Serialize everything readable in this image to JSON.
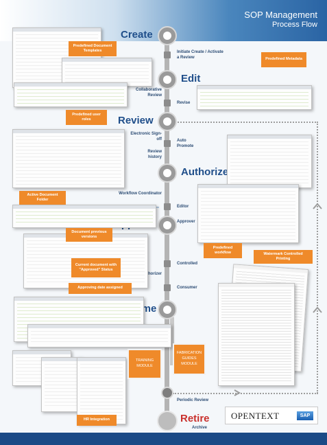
{
  "header": {
    "title": "SOP Management",
    "subtitle": "Process Flow"
  },
  "stages": {
    "create": "Create",
    "edit": "Edit",
    "review": "Review",
    "authorize": "Authorize",
    "approve": "Approve",
    "consume": "Consume",
    "retire": "Retire"
  },
  "right_labels": {
    "initiate": "Initiate Create / Activate a Review",
    "revise": "Revise",
    "auto_promote": "Auto Promote",
    "editor": "Editor",
    "approver": "Approver",
    "controlled": "Controlled",
    "consumer": "Consumer",
    "periodic_review": "Periodic Review",
    "archive": "Archive"
  },
  "left_labels": {
    "collaborative_review": "Collaborative Review",
    "electronic_signoff": "Electronic Sign-off",
    "review_history": "Review history",
    "workflow_coordinator": "Workflow Coordinator",
    "authorizer": "Authorizer"
  },
  "callouts": {
    "predefined_templates": "Predefined Document Templates",
    "predefined_metadata": "Predefined Metadata",
    "predefined_user_roles": "Predefined user roles",
    "active_document_folder": "Active Document Folder",
    "document_previous_versions": "Document previous versions",
    "current_document_status": "Current document with \"Approved\" Status",
    "approving_date": "Approving date assigned",
    "predefined_workflow": "Predefined workflow",
    "watermark": "Watermark Controlled Printing",
    "hr_integration": "HR Integration"
  },
  "modules": {
    "fabrication": "FABRICATION GUIDES MODULE",
    "training": "TRAINING MODULE"
  },
  "brand": {
    "opentext": "OPENTEXT",
    "sap": "SAP"
  },
  "colors": {
    "accent_orange": "#ef8a2a",
    "brand_blue": "#1f4e8a",
    "retire_red": "#c9302c",
    "spine_gray": "#b4b4b4"
  }
}
